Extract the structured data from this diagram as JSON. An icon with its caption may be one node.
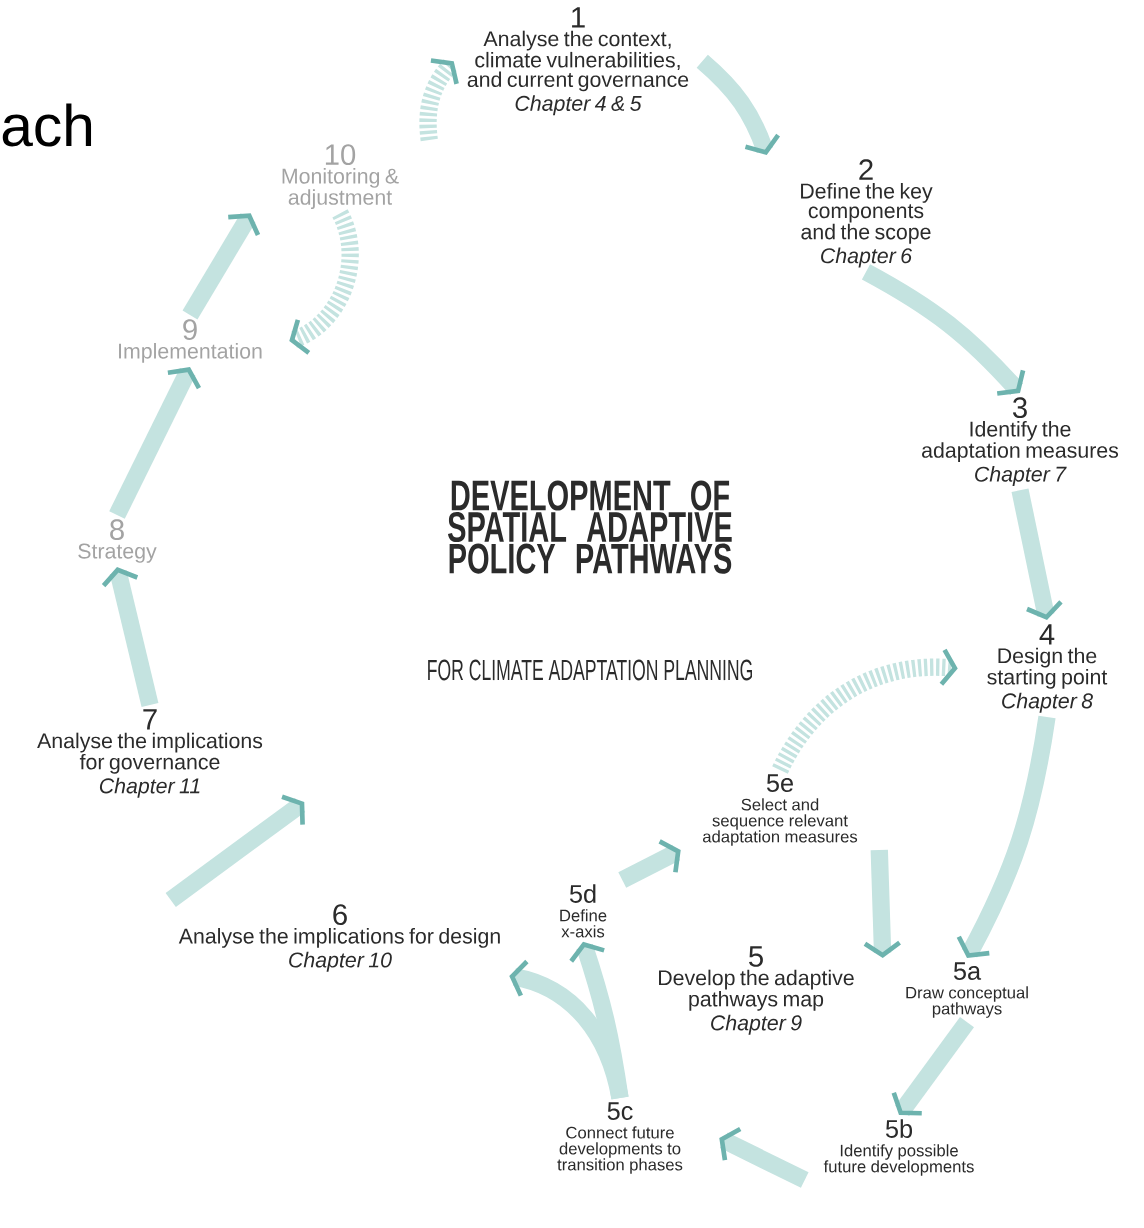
{
  "diagram": {
    "title": "DEVELOPMENT OF SPATIAL ADAPTIVE POLICY PATHWAYS",
    "nodes": [
      {
        "text": [
          "1",
          "Analyse the context, climate vulnerabilities, and current governance",
          "Chapter 4 & 5"
        ]
      },
      {
        "text": [
          "2",
          "Define the key components and the scope",
          "Chapter 6"
        ]
      },
      {
        "text": [
          "3",
          "Identify the adaptation measures",
          "Chapter 7"
        ]
      },
      {
        "text": [
          "4",
          "Design the starting point",
          "Chapter 8"
        ]
      },
      {
        "text": [
          "5",
          "Develop the adaptive pathways map",
          "Chapter 9"
        ]
      },
      {
        "text": [
          "5a",
          "Draw conceptual pathways"
        ]
      },
      {
        "text": [
          "5b",
          "Identify possible future developments"
        ]
      },
      {
        "text": [
          "5c",
          "Connect future developments to transition phases"
        ]
      },
      {
        "text": [
          "5d",
          "Define x-axis"
        ]
      },
      {
        "text": [
          "5e",
          "Select and sequence relevant adaptation measures"
        ]
      },
      {
        "text": [
          "6",
          "Analyse the implications for design",
          "Chapter 10"
        ]
      },
      {
        "text": [
          "7",
          "Analyse the implications for governance",
          "Chapter 11"
        ]
      },
      {
        "text": [
          "8",
          "Strategy"
        ]
      },
      {
        "text": [
          "9",
          "Implementation"
        ]
      },
      {
        "text": [
          "10",
          "Monitoring & adjustment"
        ]
      }
    ],
    "edges": [
      {
        "from": 0,
        "to": 1,
        "arrow": "to"
      },
      {
        "from": 1,
        "to": 2,
        "arrow": "to"
      },
      {
        "from": 2,
        "to": 3,
        "arrow": "to"
      },
      {
        "from": 3,
        "to": 5,
        "arrow": "to"
      },
      {
        "from": 9,
        "to": 5,
        "arrow": "to"
      },
      {
        "from": 5,
        "to": 6,
        "arrow": "to"
      },
      {
        "from": 6,
        "to": 7,
        "arrow": "to"
      },
      {
        "from": 7,
        "to": 8,
        "arrow": "to"
      },
      {
        "from": 7,
        "to": 10,
        "arrow": "to"
      },
      {
        "from": 8,
        "to": 9,
        "arrow": "to"
      },
      {
        "from": 9,
        "to": 3,
        "arrow": "to",
        "style": "dashed"
      },
      {
        "from": 10,
        "to": 11,
        "arrow": "to"
      },
      {
        "from": 11,
        "to": 12,
        "arrow": "to"
      },
      {
        "from": 12,
        "to": 13,
        "arrow": "to"
      },
      {
        "from": 13,
        "to": 14,
        "arrow": "to"
      },
      {
        "from": 14,
        "to": 0,
        "arrow": "to",
        "style": "dashed"
      },
      {
        "from": 14,
        "to": 13,
        "arrow": "to",
        "style": "dashed"
      }
    ],
    "labels": [
      "ach",
      "FOR CLIMATE ADAPTATION PLANNING"
    ]
  }
}
